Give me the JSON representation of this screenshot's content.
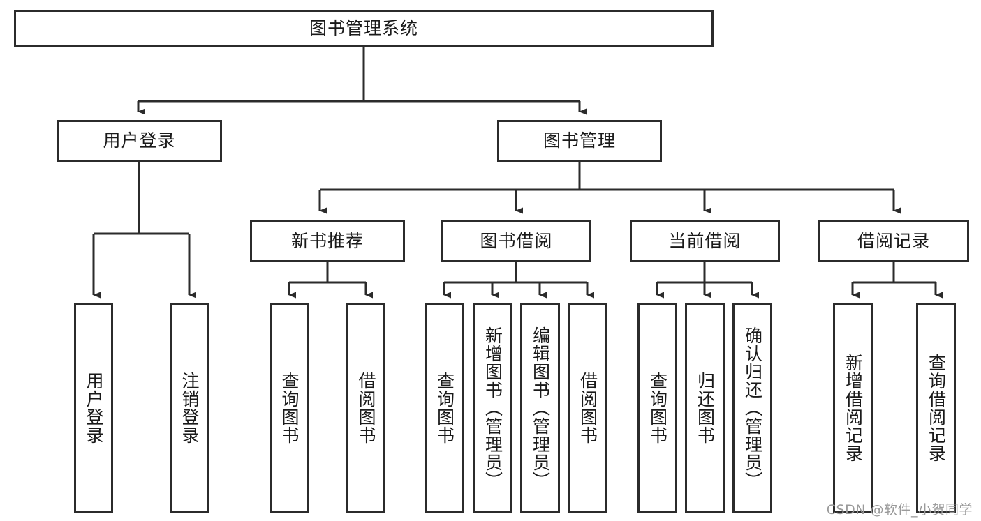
{
  "diagram": {
    "title": "图书管理系统",
    "type": "hierarchy-tree",
    "root": {
      "id": "root",
      "label": "图书管理系统",
      "level": 0
    },
    "level1": [
      {
        "id": "user-login",
        "label": "用户登录"
      },
      {
        "id": "book-management",
        "label": "图书管理"
      }
    ],
    "level2": [
      {
        "id": "new-book-recommend",
        "label": "新书推荐",
        "parent": "book-management"
      },
      {
        "id": "book-borrow",
        "label": "图书借阅",
        "parent": "book-management"
      },
      {
        "id": "current-borrow",
        "label": "当前借阅",
        "parent": "book-management"
      },
      {
        "id": "borrow-record",
        "label": "借阅记录",
        "parent": "book-management"
      }
    ],
    "leaves": [
      {
        "id": "leaf-user-login",
        "label": "用户登录",
        "parent": "user-login"
      },
      {
        "id": "leaf-logout-login",
        "label": "注销登录",
        "parent": "user-login"
      },
      {
        "id": "leaf-query-book-1",
        "label": "查询图书",
        "parent": "new-book-recommend"
      },
      {
        "id": "leaf-borrow-book-1",
        "label": "借阅图书",
        "parent": "new-book-recommend"
      },
      {
        "id": "leaf-query-book-2",
        "label": "查询图书",
        "parent": "book-borrow"
      },
      {
        "id": "leaf-add-book",
        "label": "新增图书（管理员）",
        "parent": "book-borrow"
      },
      {
        "id": "leaf-edit-book",
        "label": "编辑图书（管理员）",
        "parent": "book-borrow"
      },
      {
        "id": "leaf-borrow-book-2",
        "label": "借阅图书",
        "parent": "book-borrow"
      },
      {
        "id": "leaf-query-book-3",
        "label": "查询图书",
        "parent": "current-borrow"
      },
      {
        "id": "leaf-return-book",
        "label": "归还图书",
        "parent": "current-borrow"
      },
      {
        "id": "leaf-confirm-return",
        "label": "确认归还（管理员）",
        "parent": "current-borrow"
      },
      {
        "id": "leaf-add-record",
        "label": "新增借阅记录",
        "parent": "borrow-record"
      },
      {
        "id": "leaf-query-record",
        "label": "查询借阅记录",
        "parent": "borrow-record"
      }
    ],
    "colors": {
      "stroke": "#2b2b2b",
      "background": "#ffffff",
      "text": "#1a1a1a",
      "watermark": "#9a9a9a"
    }
  },
  "watermark": {
    "text": "CSDN @软件_小贺同学"
  }
}
